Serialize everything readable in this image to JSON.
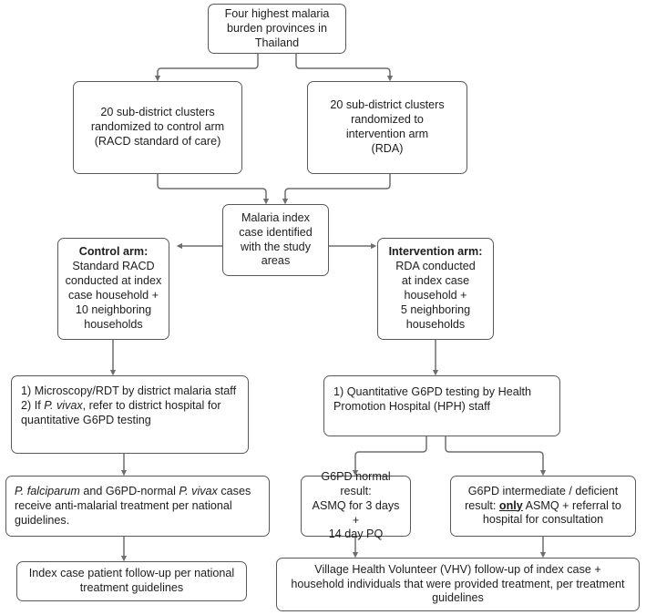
{
  "diagram": {
    "title": "Malaria study flowchart (RACD vs RDA trial design)",
    "accent_border": "#595959",
    "connector_color": "#6e6e6e",
    "background": "#ffffff"
  },
  "nodes": {
    "root": {
      "lines": [
        "Four highest malaria",
        "burden provinces in",
        "Thailand"
      ]
    },
    "control_cluster": {
      "lines": [
        "20 sub-district clusters",
        "randomized to control arm",
        "(RACD standard of care)"
      ]
    },
    "intervention_cluster": {
      "lines": [
        "20 sub-district clusters",
        "randomized to",
        "intervention arm",
        "(RDA)"
      ]
    },
    "index_case": {
      "lines": [
        "Malaria index",
        "case identified",
        "with the study",
        "areas"
      ]
    },
    "control_arm": {
      "heading": "Control arm:",
      "lines": [
        "Standard RACD",
        "conducted at index",
        "case household +",
        "10 neighboring",
        "households"
      ]
    },
    "intervention_arm": {
      "heading": "Intervention arm:",
      "lines": [
        "RDA conducted",
        "at index case",
        "household +",
        "5 neighboring",
        "households"
      ]
    },
    "control_testing": {
      "line1": "1) Microscopy/RDT by district malaria staff",
      "line2_a": "2) If ",
      "line2_italic": "P. vivax",
      "line2_b": ", refer to district hospital for",
      "line3": "quantitative G6PD testing"
    },
    "intervention_testing": {
      "line1": "1) Quantitative G6PD testing by Health",
      "line2": "Promotion Hospital (HPH) staff"
    },
    "control_treatment": {
      "italic1": "P. falciparum",
      "mid": " and G6PD-normal ",
      "italic2": "P. vivax",
      "tail": " cases",
      "line2": "receive anti-malarial treatment per national",
      "line3": "guidelines."
    },
    "g6pd_normal": {
      "lines": [
        "G6PD normal result:",
        "ASMQ for 3 days +",
        "14 day PQ"
      ]
    },
    "g6pd_deficient": {
      "line1": "G6PD intermediate / deficient",
      "line2_a": "result: ",
      "line2_bold_underline": "only",
      "line2_b": " ASMQ + referral to",
      "line3": "hospital for consultation"
    },
    "control_followup": {
      "lines": [
        "Index case patient follow-up per national",
        "treatment guidelines"
      ]
    },
    "vhv_followup": {
      "lines": [
        "Village Health Volunteer (VHV) follow-up of index case +",
        "household individuals that were provided treatment, per treatment",
        "guidelines"
      ]
    }
  }
}
